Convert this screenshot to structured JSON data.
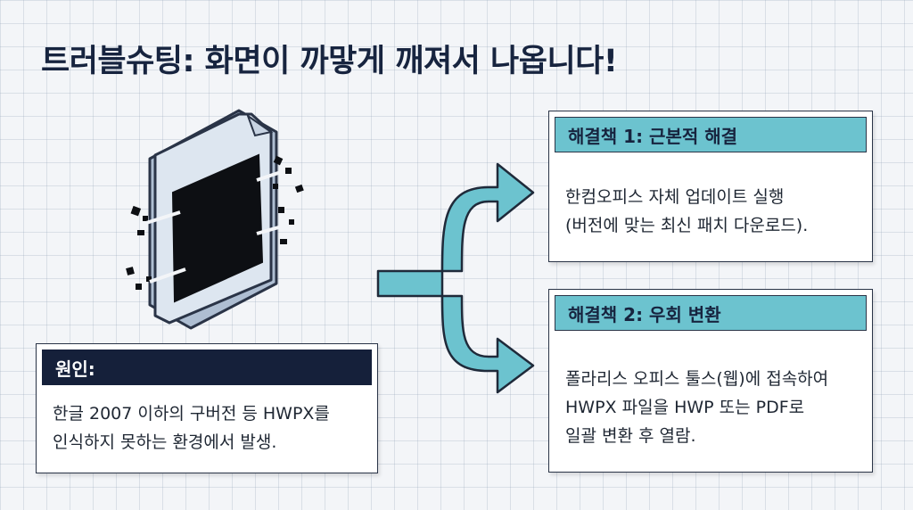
{
  "title": "트러블슈팅: 화면이 까맣게 깨져서 나옵니다!",
  "cause": {
    "header": "원인:",
    "lines": [
      "한글 2007 이하의 구버전 등 HWPX를",
      "인식하지 못하는 환경에서 발생."
    ]
  },
  "solution1": {
    "header": "해결책 1: 근본적 해결",
    "lines": [
      "한컴오피스 자체 업데이트 실행",
      "(버전에 맞는 최신 패치 다운로드)."
    ]
  },
  "solution2": {
    "header": "해결책 2: 우회 변환",
    "lines": [
      "폴라리스 오피스 툴스(웹)에 접속하여",
      "HWPX 파일을 HWP 또는 PDF로",
      "일괄 변환 후 열람."
    ]
  },
  "colors": {
    "navy": "#15203a",
    "teal": "#6cc3cf",
    "paper": "#dde6f0"
  },
  "icons": {
    "illustration": "broken-black-document-icon",
    "arrows": "branching-arrow-icon"
  }
}
